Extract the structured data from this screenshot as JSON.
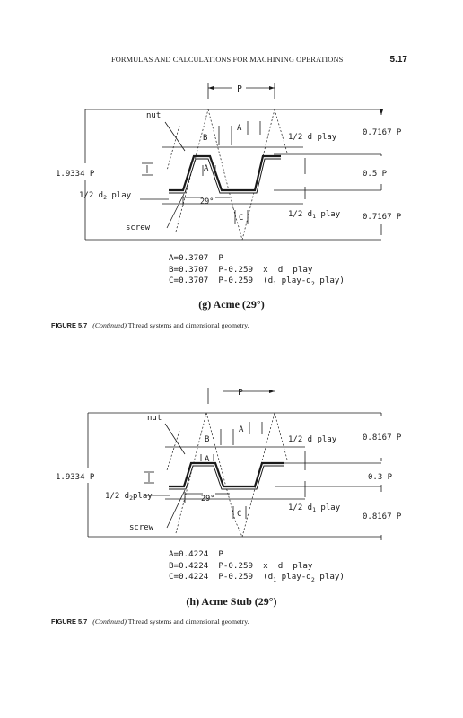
{
  "header": {
    "running_title": "FORMULAS AND CALCULATIONS FOR MACHINING OPERATIONS",
    "page_number": "5.17"
  },
  "figures": [
    {
      "labels": {
        "pitch": "P",
        "nut": "nut",
        "screw": "screw",
        "A": "A",
        "B": "B",
        "C": "C",
        "angle": "29°",
        "overall": "1.9334  P",
        "half_d_play": "1/2  d  play",
        "half_d1_play_pre": "1/2  d",
        "half_d1_play_sub": "1",
        "half_d1_play_post": " play",
        "half_d2_play_pre": "1/2  d",
        "half_d2_play_sub": "2",
        "half_d2_play_post": " play",
        "top_dim": "0.7167  P",
        "mid_dim": "0.5  P",
        "bottom_dim": "0.7167  P"
      },
      "formula_A": "A=0.3707  P",
      "formula_B": "B=0.3707  P-0.259  x  d  play",
      "formula_C_pre": "C=0.3707  P-0.259  (d",
      "formula_C_s1": "1",
      "formula_C_mid": " play-d",
      "formula_C_s2": "2",
      "formula_C_post": " play)",
      "subtitle": "(g) Acme (29°)",
      "caption_label": "FIGURE 5.7",
      "caption_cont": "(Continued)",
      "caption_text": "Thread systems and dimensional geometry."
    },
    {
      "labels": {
        "pitch": "P",
        "nut": "nut",
        "screw": "screw",
        "A": "A",
        "B": "B",
        "C": "C",
        "angle": "29°",
        "overall": "1.9334  P",
        "half_d_play": "1/2  d  play",
        "half_d1_play_pre": "1/2  d",
        "half_d1_play_sub": "1",
        "half_d1_play_post": " play",
        "half_d2_play_pre": "1/2  d",
        "half_d2_play_sub": "2",
        "half_d2_play_post": "play",
        "top_dim": "0.8167  P",
        "mid_dim": "0.3  P",
        "bottom_dim": "0.8167  P"
      },
      "formula_A": "A=0.4224  P",
      "formula_B": "B=0.4224  P-0.259  x  d  play",
      "formula_C_pre": "C=0.4224  P-0.259  (d",
      "formula_C_s1": "1",
      "formula_C_mid": " play-d",
      "formula_C_s2": "2",
      "formula_C_post": " play)",
      "subtitle": "(h) Acme Stub (29°)",
      "caption_label": "FIGURE 5.7",
      "caption_cont": "(Continued)",
      "caption_text": "Thread systems and dimensional geometry."
    }
  ]
}
